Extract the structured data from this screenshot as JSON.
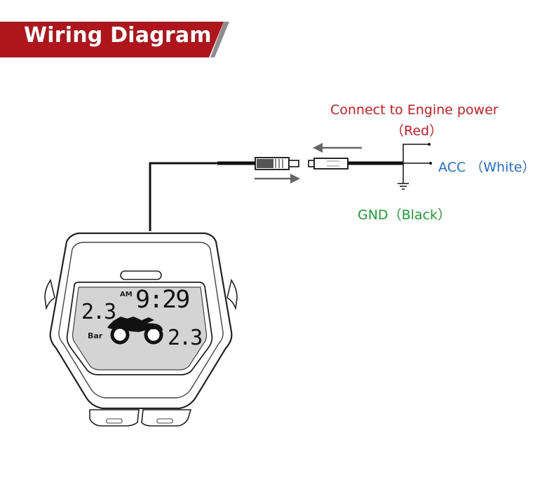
{
  "header": {
    "title": "Wiring Diagram"
  },
  "labels": {
    "engine_power": "Connect to Engine power",
    "red": "（Red）",
    "acc": "ACC （White）",
    "gnd": "GND（Black）"
  },
  "display": {
    "am": "AM",
    "time": "9:29",
    "front_pressure": "2.3",
    "rear_pressure": "2.3",
    "unit": "Bar"
  },
  "colors": {
    "banner": "#b0151c",
    "red_label": "#e0161d",
    "blue_label": "#1e6fd9",
    "green_label": "#17a32d"
  }
}
